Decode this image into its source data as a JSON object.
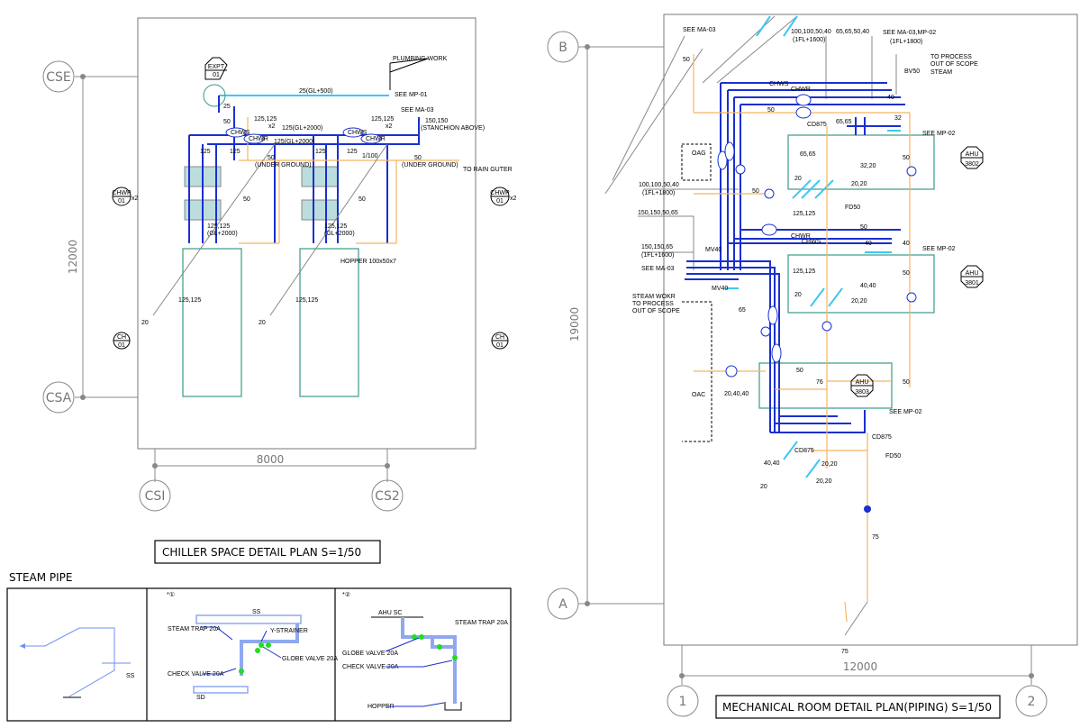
{
  "chiller_plan": {
    "title": "CHILLER SPACE DETAIL PLAN S=1/50",
    "grid_bubbles": {
      "top_left": "CSE",
      "bottom_left": "CSA",
      "left_bottom": "CSI",
      "right_bottom": "CS2"
    },
    "dim_vertical": "12000",
    "dim_horizontal": "8000",
    "tags": {
      "expt": "EXPT",
      "expt_no": "01",
      "chwp": "CHWP",
      "chwp_no": "01",
      "chwp_mult": "x2",
      "ch": "CH",
      "ch_no": "01"
    },
    "labels": {
      "plumbing_work": "PLUMBING WORK",
      "line_25": "25(GL+500)",
      "see_mp01": "SEE MP-01",
      "see_ma03": "SEE MA-03",
      "size_150": "150,150",
      "stanchion": "(STANCHION ABOVE)",
      "size_125_125": "125,125",
      "x2": "x2",
      "chws_elev": "125(GL+2000)",
      "chwr_elev": "125(GL+2000)",
      "s125": "125",
      "s25": "25",
      "s50": "50",
      "under_ground": "(UNDER GROUND)",
      "slope": "1/100",
      "to_rain": "TO RAIN GUTER",
      "size_chiller": "125,125",
      "elev_chiller": "(GL+2000)",
      "hopper": "HOPPER 100x50x7",
      "s20": "20",
      "chws": "CHWS",
      "chwr": "CHWR"
    }
  },
  "steam_pipe": {
    "title": "STEAM PIPE",
    "panel1": {
      "label_ss": "SS"
    },
    "panel2": {
      "mark": "*①",
      "ss": "SS",
      "sd": "SD",
      "steam_trap": "STEAM TRAP 20A",
      "y_strainer": "Y-STRAINER",
      "globe_valve": "GLOBE VALVE 20A",
      "check_valve": "CHECK VALVE 20A"
    },
    "panel3": {
      "mark": "*②",
      "ahu_sc": "AHU SC",
      "steam_trap": "STEAM TRAP 20A",
      "globe_valve": "GLOBE VALVE 20A",
      "check_valve": "CHECK VALVE 20A",
      "hopper": "HOPPER"
    }
  },
  "mech_plan": {
    "title": "MECHANICAL ROOM DETAIL PLAN(PIPING) S=1/50",
    "grid_bubbles": {
      "top": "B",
      "bottom": "A",
      "left": "1",
      "right": "2"
    },
    "dim_vertical": "19000",
    "dim_horizontal": "12000",
    "ahu": [
      {
        "tag": "AHU",
        "no": "3802"
      },
      {
        "tag": "AHU",
        "no": "3801"
      },
      {
        "tag": "AHU",
        "no": "3803"
      }
    ],
    "labels": {
      "see_ma03_top": "SEE MA-03",
      "size_a": "100,100,50,40",
      "elev_a": "(1FL+1600)",
      "size_b": "65,65,50,40",
      "see_ma03_mp02": "SEE MA-03,MP-02",
      "elev_b": "(1FL+1800)",
      "to_process": "TO PROCESS",
      "out_scope": "OUT OF SCOPE",
      "steam": "STEAM",
      "bv50": "BV50",
      "chws": "CHWS",
      "chwr": "CHWR",
      "s40": "40",
      "s50": "50",
      "cd875": "CD875",
      "s6565": "65,65",
      "s65_65": "65,65",
      "s32": "32",
      "see_mp02": "SEE MP-02",
      "s20": "20",
      "s3220": "32,20",
      "s2020": "20,20",
      "oag": "OAG",
      "size_c": "100,100,50,40",
      "elev_c": "(1FL+1800)",
      "fd50": "FD50",
      "size_d": "150,150,50,65",
      "size_e": "150,150,65",
      "elev_e": "(1FL+1600)",
      "see_ma03_mid": "SEE MA-03",
      "mv40": "MV40",
      "s125125": "125,125",
      "s4040": "40,40",
      "steam_work": "STEAM WOKR",
      "steam_work2": "TO PROCESS",
      "steam_work3": "OUT OF SCOPE",
      "s65": "65",
      "s76": "76",
      "s204040": "20,40,40",
      "s75": "75",
      "oac": "OAC"
    }
  },
  "colors": {
    "chilled_water": "#1a2fd0",
    "cold_water": "#3fc8f0",
    "drain": "#f5b565",
    "equipment": "#3a9a8a",
    "valve": "#22dd22",
    "frame": "#777777"
  }
}
